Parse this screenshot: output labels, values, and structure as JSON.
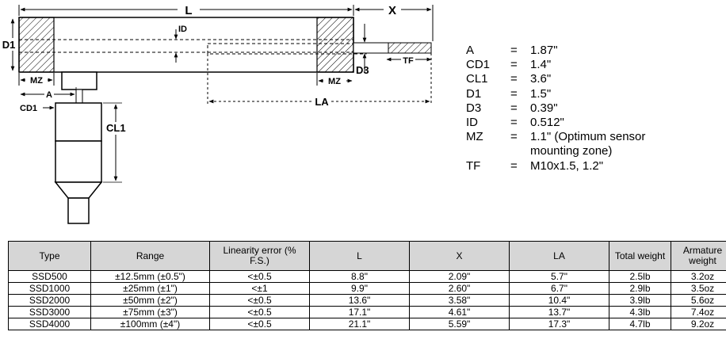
{
  "drawing": {
    "labels": {
      "L": "L",
      "X": "X",
      "D1": "D1",
      "ID": "ID",
      "TF": "TF",
      "D3": "D3",
      "MZ_left": "MZ",
      "MZ_right": "MZ",
      "A": "A",
      "CD1": "CD1",
      "CL1": "CL1",
      "LA": "LA"
    }
  },
  "specs": [
    {
      "symbol": "A",
      "eq": "=",
      "value": "1.87\""
    },
    {
      "symbol": "CD1",
      "eq": "=",
      "value": "1.4\""
    },
    {
      "symbol": "CL1",
      "eq": "=",
      "value": "3.6\""
    },
    {
      "symbol": "D1",
      "eq": "=",
      "value": "1.5\""
    },
    {
      "symbol": "D3",
      "eq": "=",
      "value": "0.39\""
    },
    {
      "symbol": "ID",
      "eq": "=",
      "value": "0.512\""
    },
    {
      "symbol": "MZ",
      "eq": "=",
      "value": "1.1\" (Optimum sensor\nmounting zone)"
    },
    {
      "symbol": "TF",
      "eq": "=",
      "value": "M10x1.5, 1.2\""
    }
  ],
  "table": {
    "headers": [
      "Type",
      "Range",
      "Linearity error (% F.S.)",
      "L",
      "X",
      "LA",
      "Total weight",
      "Armature weight"
    ],
    "rows": [
      [
        "SSD500",
        "±12.5mm (±0.5\")",
        "<±0.5",
        "8.8\"",
        "2.09\"",
        "5.7\"",
        "2.5lb",
        "3.2oz"
      ],
      [
        "SSD1000",
        "±25mm (±1\")",
        "<±1",
        "9.9\"",
        "2.60\"",
        "6.7\"",
        "2.9lb",
        "3.5oz"
      ],
      [
        "SSD2000",
        "±50mm (±2\")",
        "<±0.5",
        "13.6\"",
        "3.58\"",
        "10.4\"",
        "3.9lb",
        "5.6oz"
      ],
      [
        "SSD3000",
        "±75mm (±3\")",
        "<±0.5",
        "17.1\"",
        "4.61\"",
        "13.7\"",
        "4.3lb",
        "7.4oz"
      ],
      [
        "SSD4000",
        "±100mm (±4\")",
        "<±0.5",
        "21.1\"",
        "5.59\"",
        "17.3\"",
        "4.7lb",
        "9.2oz"
      ]
    ]
  }
}
